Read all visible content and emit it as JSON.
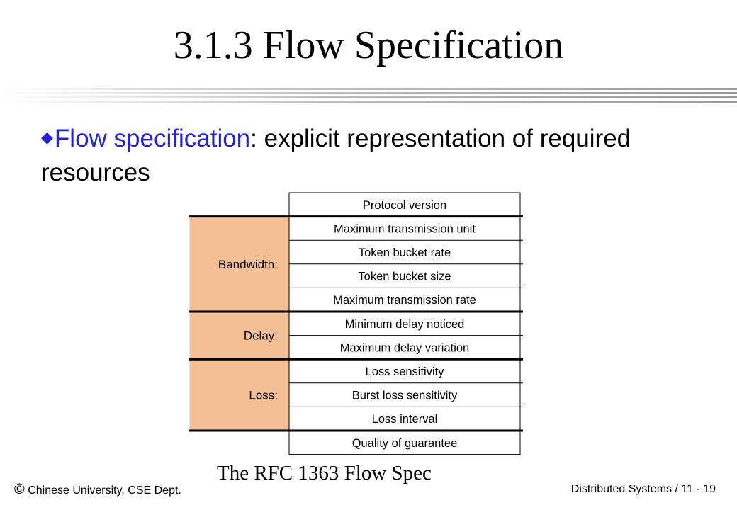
{
  "slide": {
    "title": "3.1.3 Flow Specification",
    "bullet_glyph": "◆",
    "bullet_term": "Flow specification",
    "bullet_rest": ": explicit representation of required resources",
    "caption": "The RFC 1363 Flow Spec"
  },
  "diagram": {
    "fields": [
      "Protocol version",
      "Maximum transmission unit",
      "Token bucket rate",
      "Token bucket size",
      "Maximum transmission rate",
      "Minimum delay noticed",
      "Maximum delay variation",
      "Loss sensitivity",
      "Burst loss sensitivity",
      "Loss interval",
      "Quality of guarantee"
    ],
    "groups": [
      {
        "label": "Bandwidth:",
        "start": 1,
        "end": 4
      },
      {
        "label": "Delay:",
        "start": 5,
        "end": 6
      },
      {
        "label": "Loss:",
        "start": 7,
        "end": 9
      }
    ],
    "group_fill": "#f4bf95"
  },
  "footer": {
    "copyright_symbol": "©",
    "left_text": " Chinese University, CSE Dept.",
    "right_text": "Distributed Systems / 11 - 19"
  }
}
